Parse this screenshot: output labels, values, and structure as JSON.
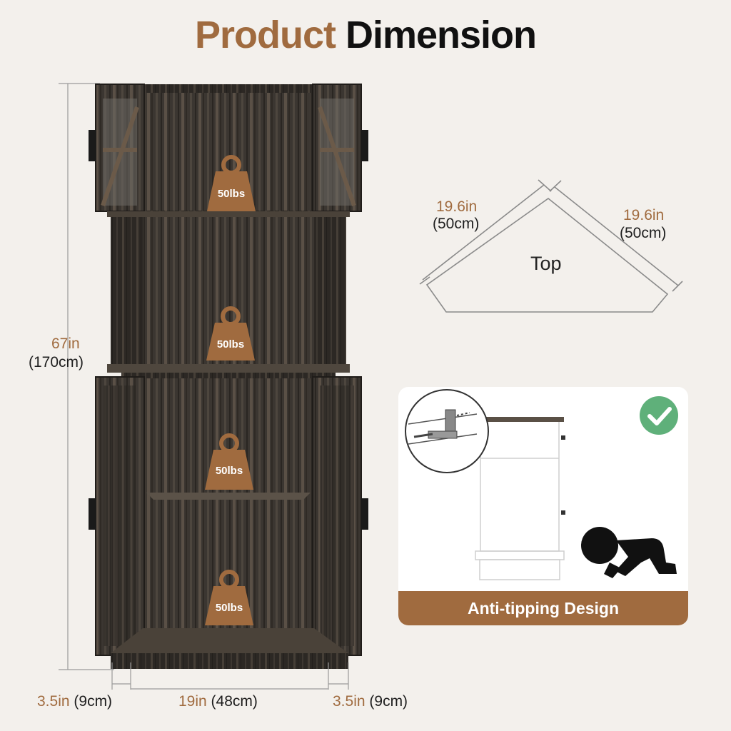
{
  "heading": {
    "word1": "Product",
    "word2": "Dimension"
  },
  "height": {
    "in": "67in",
    "cm": "(170cm)"
  },
  "bottom": {
    "left_in": "3.5in",
    "left_cm": "(9cm)",
    "mid_in": "19in",
    "mid_cm": "(48cm)",
    "right_in": "3.5in",
    "right_cm": "(9cm)"
  },
  "top_view": {
    "left_in": "19.6in",
    "left_cm": "(50cm)",
    "right_in": "19.6in",
    "right_cm": "(50cm)",
    "label": "Top"
  },
  "shelf_weights": [
    "50lbs",
    "50lbs",
    "50lbs",
    "50lbs"
  ],
  "anti_tip": {
    "banner": "Anti-tipping Design"
  },
  "colors": {
    "brand": "#a06b3f",
    "check": "#5fb07a",
    "wood": "#3a352f",
    "background": "#f3f0ec"
  },
  "icons": [
    "weight-icon",
    "check-circle-icon",
    "crawling-baby-icon",
    "wall-bracket-icon"
  ]
}
